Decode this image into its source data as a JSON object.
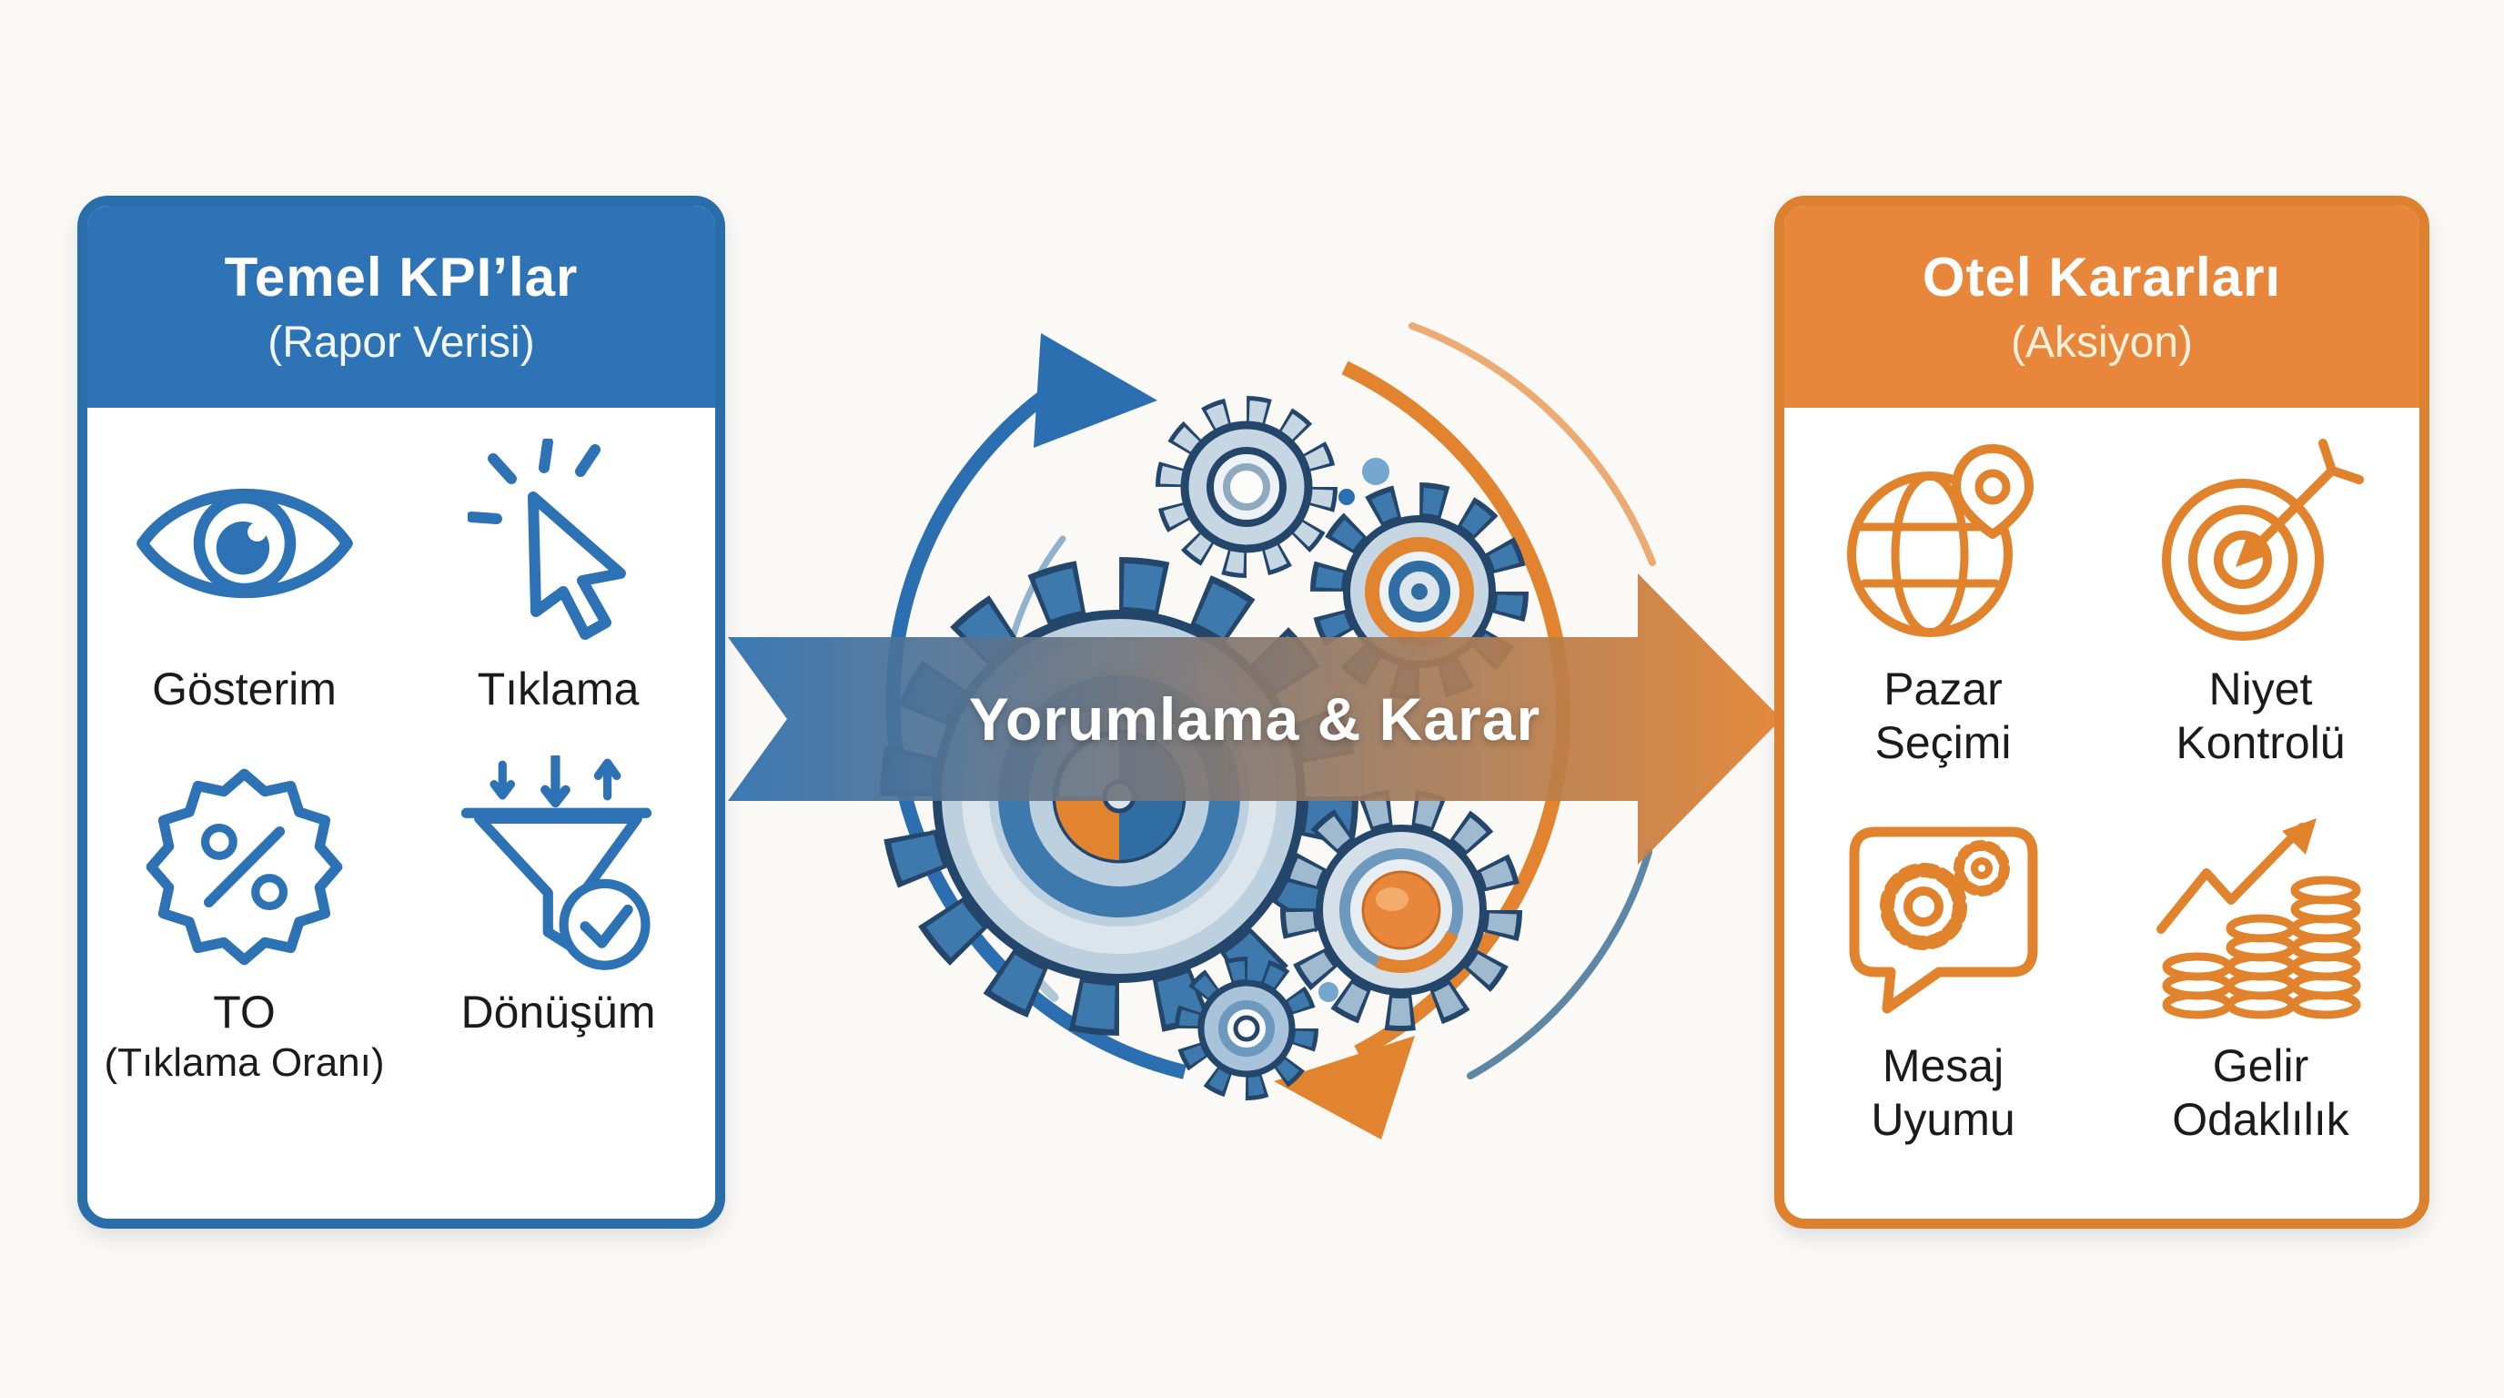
{
  "background_color": "#FAF9F6",
  "palette": {
    "blue": "#2D73B5",
    "blue_border": "#2A6DAB",
    "blue_dark": "#24466B",
    "steel_blue": "#3E79AD",
    "light_steel": "#C7D6E3",
    "orange": "#E2842F",
    "orange_header": "#E8873B",
    "orange_border": "#DD8130",
    "text_dark": "#1B1B1B",
    "white": "#FFFFFF"
  },
  "left_panel": {
    "title": "Temel KPI’lar",
    "subtitle": "(Rapor Verisi)",
    "items": [
      {
        "icon": "eye-icon",
        "label_line1": "Gösterim",
        "label_line2": ""
      },
      {
        "icon": "cursor-click-icon",
        "label_line1": "Tıklama",
        "label_line2": ""
      },
      {
        "icon": "percent-badge-icon",
        "label_line1": "TO",
        "label_line2": "(Tıklama Oranı)"
      },
      {
        "icon": "funnel-check-icon",
        "label_line1": "Dönüşüm",
        "label_line2": ""
      }
    ]
  },
  "right_panel": {
    "title": "Otel Kararları",
    "subtitle": "(Aksiyon)",
    "items": [
      {
        "icon": "globe-pin-icon",
        "label_line1": "Pazar",
        "label_line2": "Seçimi"
      },
      {
        "icon": "target-arrow-icon",
        "label_line1": "Niyet",
        "label_line2": "Kontrolü"
      },
      {
        "icon": "chat-gears-icon",
        "label_line1": "Mesaj",
        "label_line2": "Uyumu"
      },
      {
        "icon": "coins-growth-icon",
        "label_line1": "Gelir",
        "label_line2": "Odaklılık"
      }
    ]
  },
  "center": {
    "arrow_label": "Yorumlama & Karar",
    "illustration": "gears-cycle"
  }
}
